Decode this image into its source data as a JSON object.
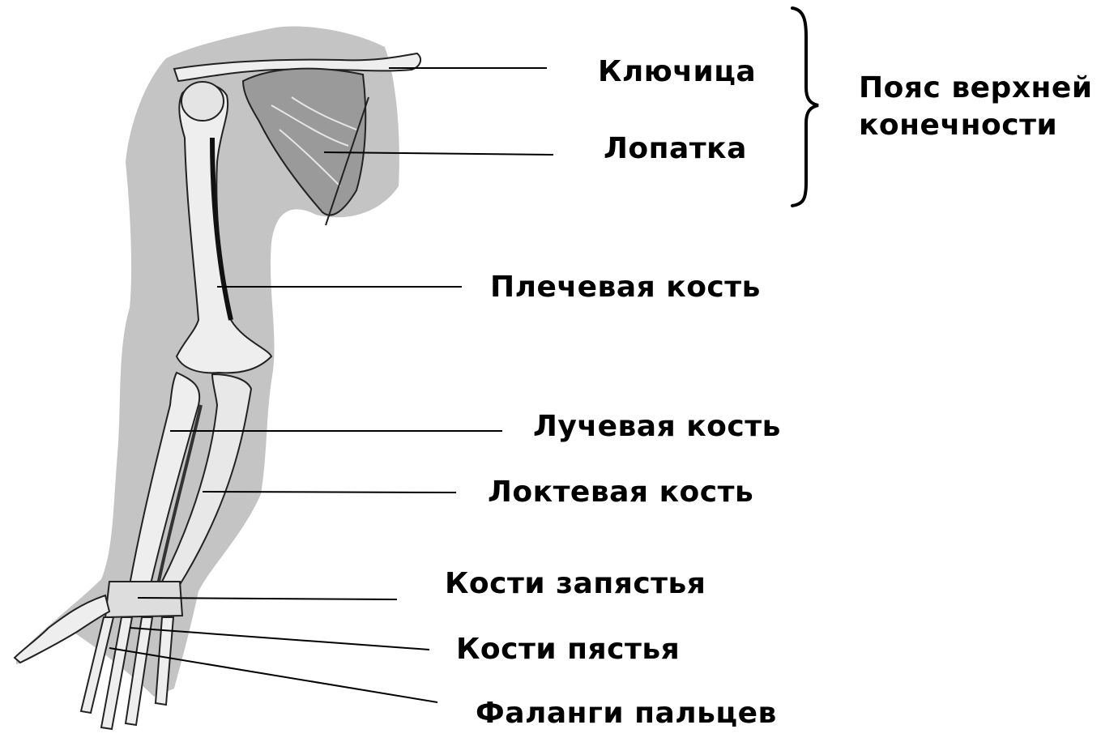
{
  "labels": {
    "clavicle": "Ключица",
    "scapula": "Лопатка",
    "humerus": "Плечевая кость",
    "radius": "Лучевая кость",
    "ulna": "Локтевая кость",
    "carpus": "Кости запястья",
    "metacarpus": "Кости пястья",
    "phalanges": "Фаланги пальцев"
  },
  "girdle": {
    "line1": "Пояс верхней",
    "line2": "конечности"
  },
  "colors": {
    "background": "#ffffff",
    "silhouette": "#c4c4c4",
    "bone": "#eeeeee",
    "outline": "#222222",
    "text": "#000000"
  }
}
